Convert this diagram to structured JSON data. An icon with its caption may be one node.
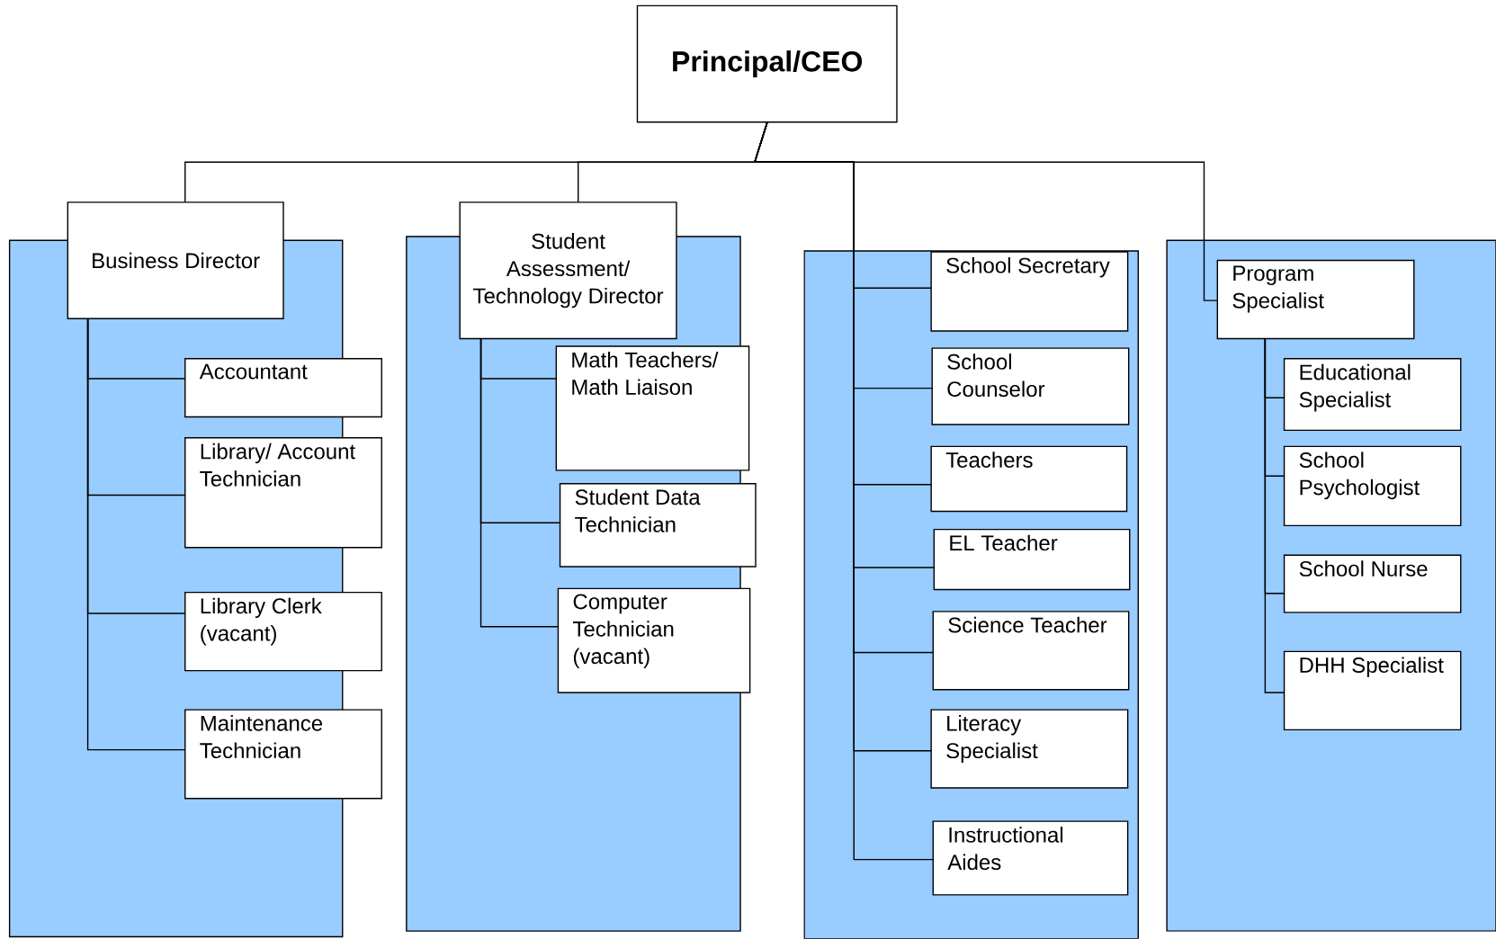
{
  "diagram": {
    "nodes": [
      {
        "text": [
          "Principal/CEO"
        ]
      },
      {
        "text": [
          "Business Director"
        ]
      },
      {
        "text": [
          "Accountant"
        ]
      },
      {
        "text": [
          "Library/ Account Technician"
        ]
      },
      {
        "text": [
          "Library Clerk (vacant)"
        ]
      },
      {
        "text": [
          "Maintenance Technician"
        ]
      },
      {
        "text": [
          "Student Assessment/ Technology Director"
        ]
      },
      {
        "text": [
          "Math Teachers/ Math Liaison"
        ]
      },
      {
        "text": [
          "Student Data Technician"
        ]
      },
      {
        "text": [
          "Computer Technician (vacant)"
        ]
      },
      {
        "text": [
          "School Secretary"
        ]
      },
      {
        "text": [
          "School Counselor"
        ]
      },
      {
        "text": [
          "Teachers"
        ]
      },
      {
        "text": [
          "EL Teacher"
        ]
      },
      {
        "text": [
          "Science Teacher"
        ]
      },
      {
        "text": [
          "Literacy Specialist"
        ]
      },
      {
        "text": [
          "Instructional Aides"
        ]
      },
      {
        "text": [
          "Program Specialist"
        ]
      },
      {
        "text": [
          "Educational Specialist"
        ]
      },
      {
        "text": [
          "School Psychologist"
        ]
      },
      {
        "text": [
          "School Nurse"
        ]
      },
      {
        "text": [
          "DHH Specialist"
        ]
      }
    ],
    "edges": [
      {
        "from": 0,
        "to": 1,
        "arrow": "none"
      },
      {
        "from": 0,
        "to": 6,
        "arrow": "none"
      },
      {
        "from": 0,
        "to": 10,
        "arrow": "none"
      },
      {
        "from": 0,
        "to": 11,
        "arrow": "none"
      },
      {
        "from": 0,
        "to": 12,
        "arrow": "none"
      },
      {
        "from": 0,
        "to": 13,
        "arrow": "none"
      },
      {
        "from": 0,
        "to": 14,
        "arrow": "none"
      },
      {
        "from": 0,
        "to": 15,
        "arrow": "none"
      },
      {
        "from": 0,
        "to": 16,
        "arrow": "none"
      },
      {
        "from": 0,
        "to": 17,
        "arrow": "none"
      },
      {
        "from": 1,
        "to": 2,
        "arrow": "none"
      },
      {
        "from": 1,
        "to": 3,
        "arrow": "none"
      },
      {
        "from": 1,
        "to": 4,
        "arrow": "none"
      },
      {
        "from": 1,
        "to": 5,
        "arrow": "none"
      },
      {
        "from": 6,
        "to": 7,
        "arrow": "none"
      },
      {
        "from": 6,
        "to": 8,
        "arrow": "none"
      },
      {
        "from": 6,
        "to": 9,
        "arrow": "none"
      },
      {
        "from": 17,
        "to": 18,
        "arrow": "none"
      },
      {
        "from": 17,
        "to": 19,
        "arrow": "none"
      },
      {
        "from": 17,
        "to": 20,
        "arrow": "none"
      },
      {
        "from": 17,
        "to": 21,
        "arrow": "none"
      }
    ]
  }
}
